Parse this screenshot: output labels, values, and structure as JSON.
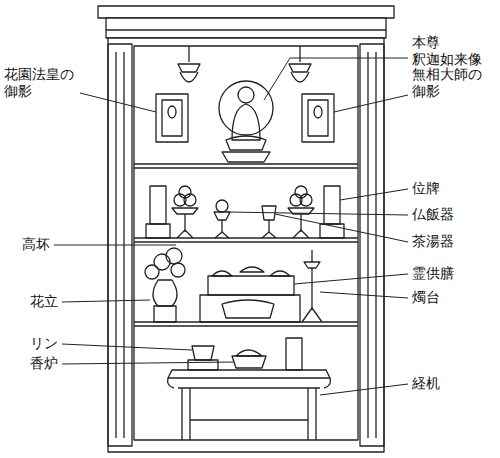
{
  "diagram": {
    "labels": [
      "本尊 釈迦如来像",
      "花園法皇の 御影",
      "無相大師の 御影",
      "位牌",
      "仏飯器",
      "茶湯器",
      "高坏",
      "霊供膳",
      "花立",
      "燭台",
      "リン",
      "香炉",
      "経机"
    ]
  }
}
